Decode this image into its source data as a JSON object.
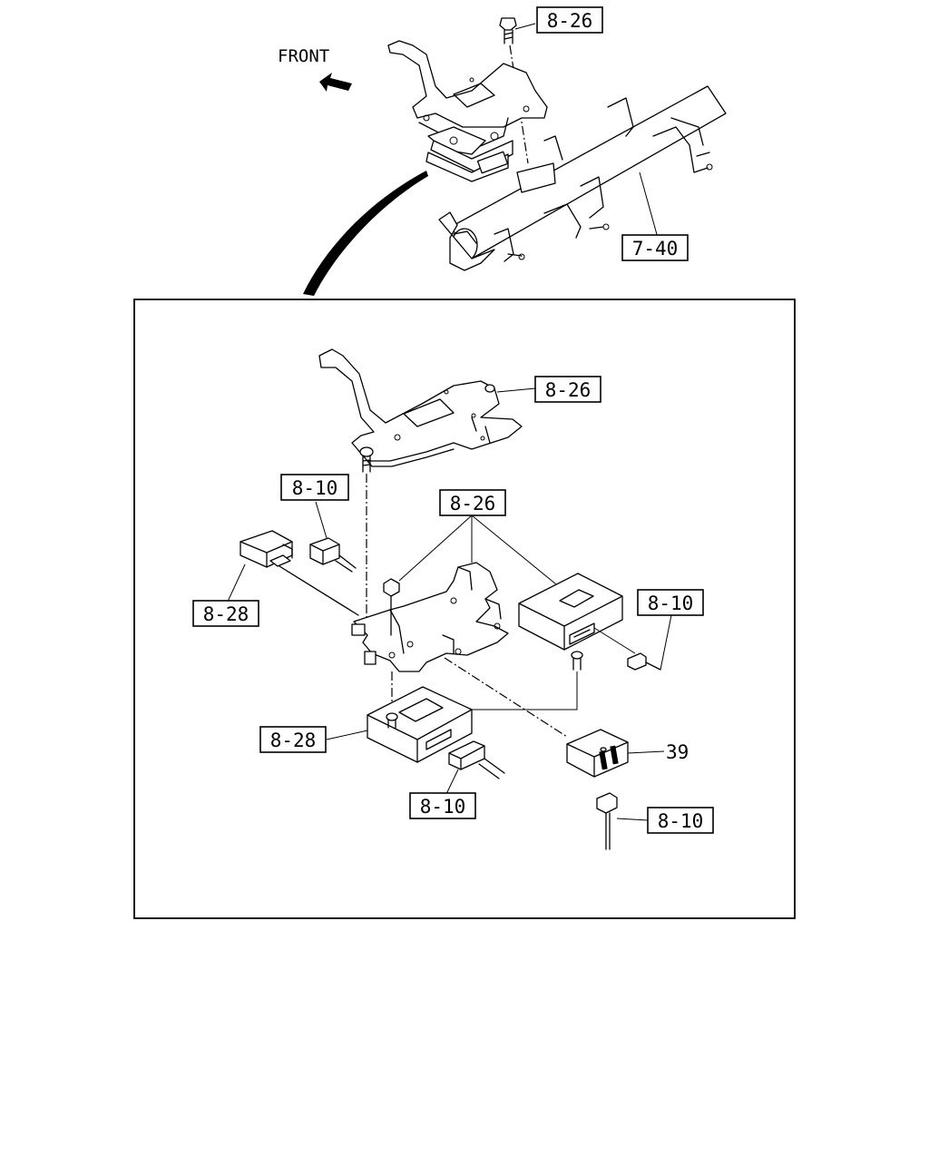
{
  "direction_label": "FRONT",
  "labels": {
    "top_bracket_ref": "8-26",
    "crossmember_ref": "7-40",
    "detail_bracket_ref": "8-26",
    "detail_fasteners_ref": "8-26",
    "left_connector_ref": "8-10",
    "left_module_ref": "8-28",
    "right_connector_ref": "8-10",
    "lower_module_ref": "8-28",
    "lower_connector_ref": "8-10",
    "relay_ref": "39",
    "relay_connector_ref": "8-10"
  }
}
